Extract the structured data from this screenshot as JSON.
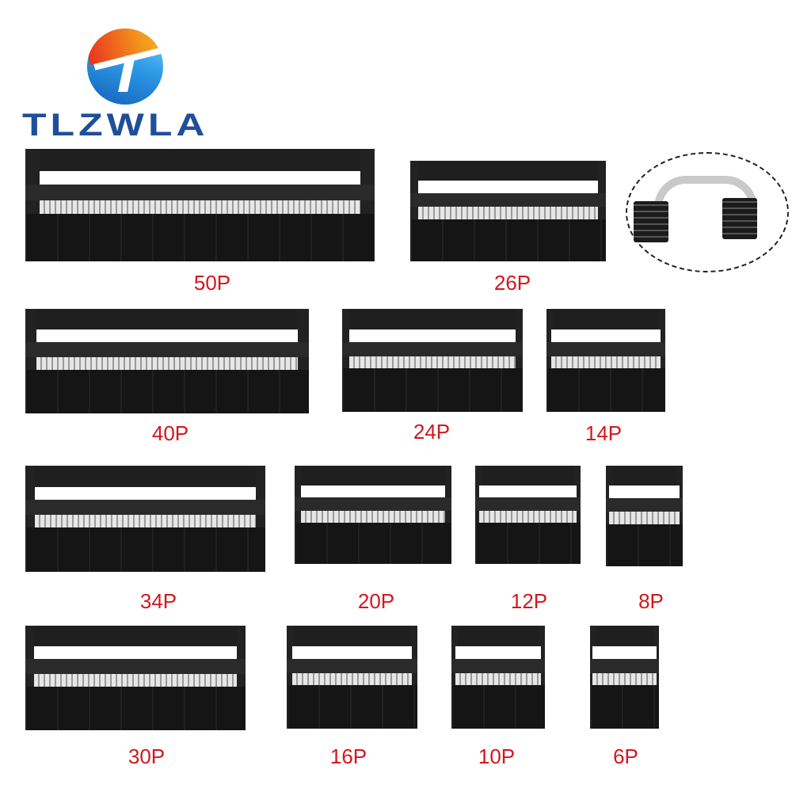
{
  "logo": {
    "text": "TLZWLA",
    "color": "#1f4f9c"
  },
  "label_color": "#d3171d",
  "connectors": [
    {
      "label": "50P"
    },
    {
      "label": "26P"
    },
    {
      "label": "40P"
    },
    {
      "label": "24P"
    },
    {
      "label": "14P"
    },
    {
      "label": "34P"
    },
    {
      "label": "20P"
    },
    {
      "label": "12P"
    },
    {
      "label": "8P"
    },
    {
      "label": "30P"
    },
    {
      "label": "16P"
    },
    {
      "label": "10P"
    },
    {
      "label": "6P"
    }
  ]
}
